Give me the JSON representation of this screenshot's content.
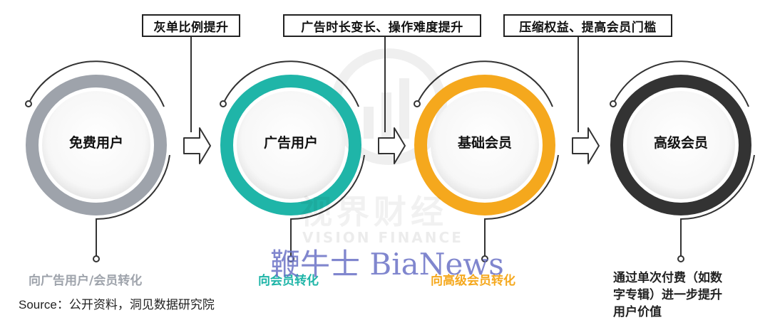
{
  "boxes": {
    "b1": "灰单比例提升",
    "b2": "广告时长变长、操作难度提升",
    "b3": "压缩权益、提高会员门槛"
  },
  "circles": {
    "c1": {
      "label": "免费用户",
      "color": "#9ea3ab"
    },
    "c2": {
      "label": "广告用户",
      "color": "#1fb5a8"
    },
    "c3": {
      "label": "基础会员",
      "color": "#f5a81d"
    },
    "c4": {
      "label": "高级会员",
      "color": "#333333"
    }
  },
  "bottom": {
    "t1": "向广告用户/会员转化",
    "t2": "向会员转化",
    "t3": "向高级会员转化",
    "t4_line1": "通过单次付费（如数",
    "t4_line2": "字专辑）进一步提升",
    "t4_line3": "用户价值"
  },
  "source": "Source：公开资料，洞见数据研究院",
  "watermark": {
    "main": "鞭牛士 BiaNews",
    "faint_cn": "视界财经",
    "faint_en": "VISION FINANCE"
  }
}
